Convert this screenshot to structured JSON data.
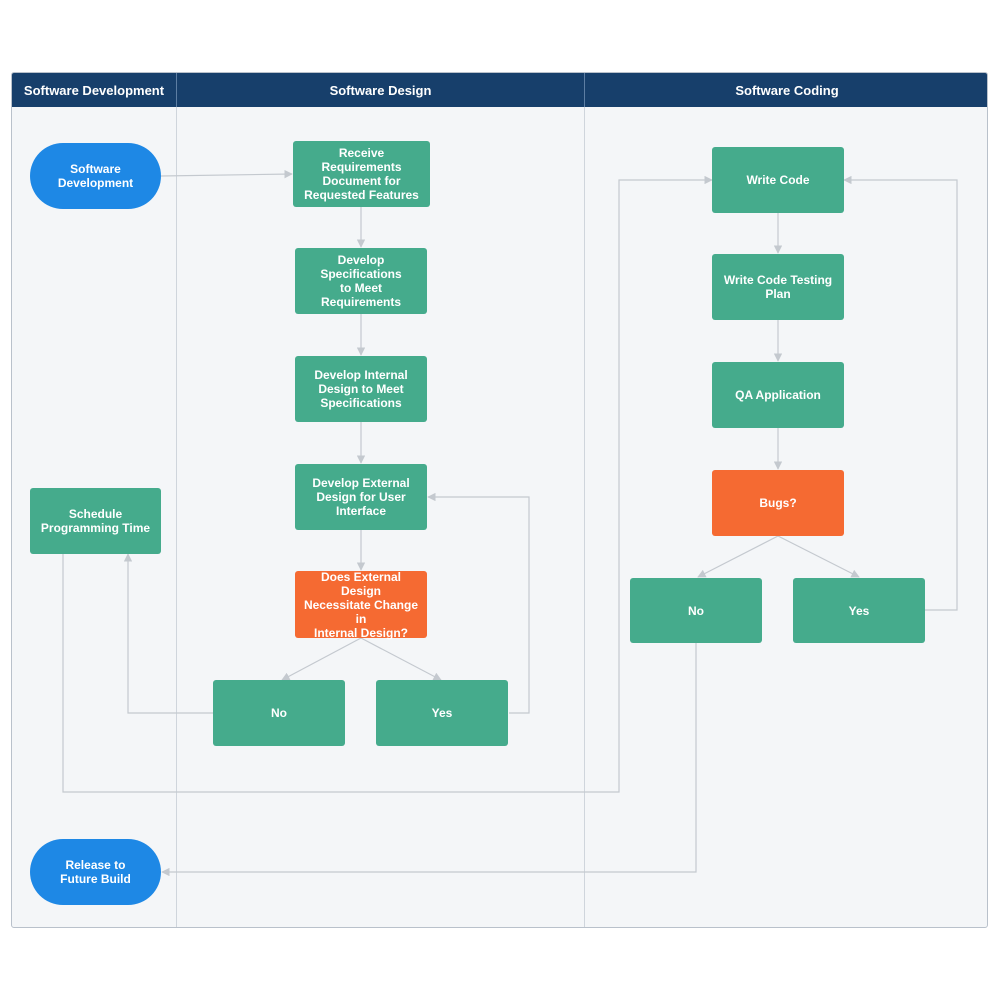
{
  "lanes": [
    {
      "title": "Software Development"
    },
    {
      "title": "Software Design"
    },
    {
      "title": "Software Coding"
    }
  ],
  "nodes": {
    "start": {
      "label": "Software\nDevelopment"
    },
    "schedule": {
      "label": "Schedule\nProgramming Time"
    },
    "release": {
      "label": "Release to\nFuture Build"
    },
    "receive_req": {
      "label": "Receive Requirements\nDocument for\nRequested Features"
    },
    "dev_specs": {
      "label": "Develop Specifications\nto Meet Requirements"
    },
    "dev_internal": {
      "label": "Develop Internal\nDesign to Meet\nSpecifications"
    },
    "dev_external": {
      "label": "Develop External\nDesign for User\nInterface"
    },
    "design_decision": {
      "label": "Does External Design\nNecessitate Change in\nInternal Design?"
    },
    "design_no": {
      "label": "No"
    },
    "design_yes": {
      "label": "Yes"
    },
    "write_code": {
      "label": "Write Code"
    },
    "test_plan": {
      "label": "Write  Code Testing\nPlan"
    },
    "qa": {
      "label": "QA Application"
    },
    "bugs": {
      "label": "Bugs?"
    },
    "code_no": {
      "label": "No"
    },
    "code_yes": {
      "label": "Yes"
    }
  },
  "colors": {
    "header": "#173f6b",
    "process": "#45ab8c",
    "decision": "#f56a32",
    "terminal": "#1e88e5",
    "connector": "#c4c9cf"
  }
}
